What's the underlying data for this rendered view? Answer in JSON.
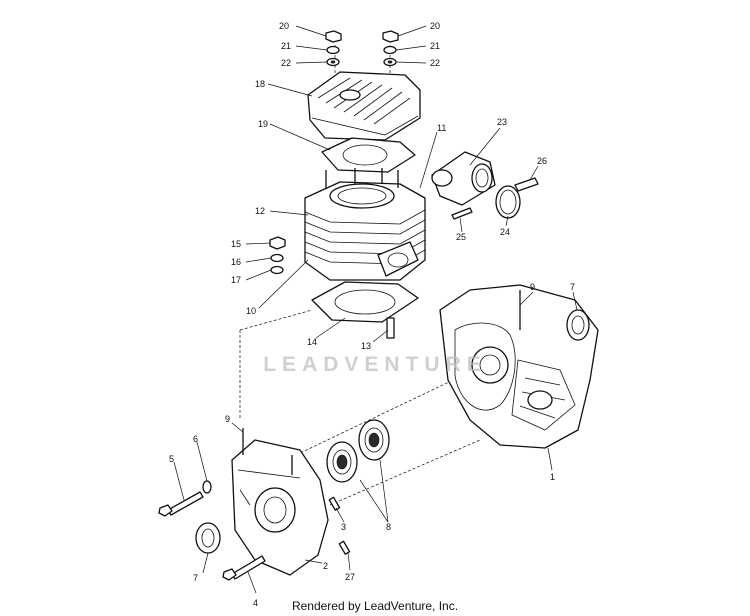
{
  "watermark": "LEADVENTURE",
  "footer": "Rendered by LeadVenture, Inc.",
  "callouts": {
    "c20a": "20",
    "c20b": "20",
    "c21a": "21",
    "c21b": "21",
    "c22a": "22",
    "c22b": "22",
    "c18": "18",
    "c19": "19",
    "c11": "11",
    "c23": "23",
    "c26": "26",
    "c12": "12",
    "c25": "25",
    "c24": "24",
    "c15": "15",
    "c16": "16",
    "c17": "17",
    "c10": "10",
    "c14": "14",
    "c13": "13",
    "c9a": "9",
    "c7a": "7",
    "c1": "1",
    "c9b": "9",
    "c6": "6",
    "c5": "5",
    "c3": "3",
    "c8": "8",
    "c2": "2",
    "c27": "27",
    "c7b": "7",
    "c4": "4"
  }
}
